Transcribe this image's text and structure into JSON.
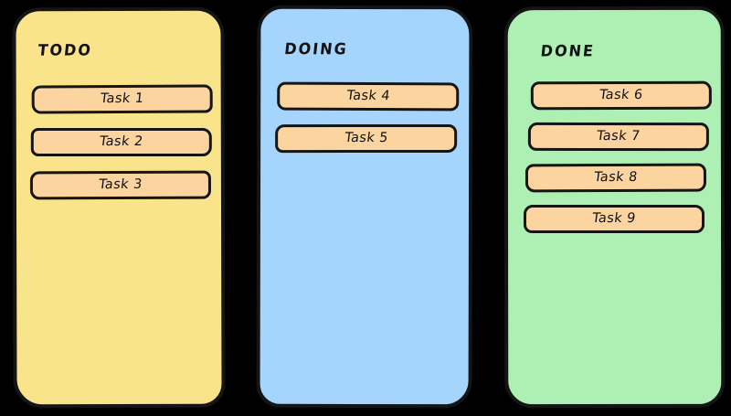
{
  "board": {
    "background_color": "#000000",
    "card_color": "#FBD4A0",
    "border_color": "#151515",
    "columns": [
      {
        "id": "todo",
        "title": "TODO",
        "color": "#FAE48B",
        "cards": [
          {
            "label": "Task 1"
          },
          {
            "label": "Task 2"
          },
          {
            "label": "Task 3"
          }
        ]
      },
      {
        "id": "doing",
        "title": "DOING",
        "color": "#A5D4FC",
        "cards": [
          {
            "label": "Task 4"
          },
          {
            "label": "Task 5"
          }
        ]
      },
      {
        "id": "done",
        "title": "DONE",
        "color": "#AEF0B4",
        "cards": [
          {
            "label": "Task 6"
          },
          {
            "label": "Task 7"
          },
          {
            "label": "Task 8"
          },
          {
            "label": "Task 9"
          }
        ]
      }
    ]
  }
}
